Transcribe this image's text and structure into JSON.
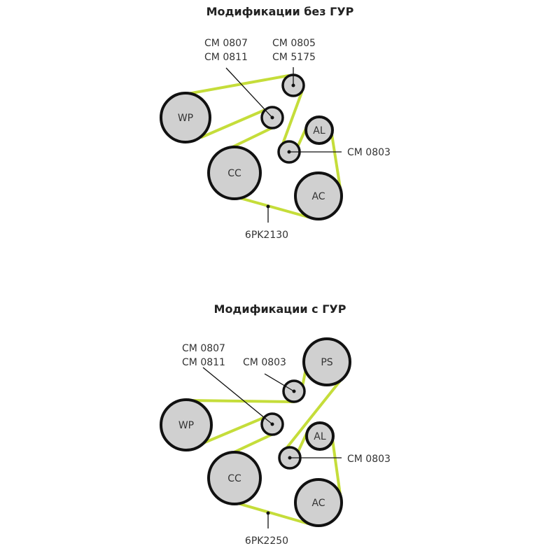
{
  "top": {
    "title": "Модификации без ГУР",
    "pulleys": {
      "wp": "WP",
      "cc": "CC",
      "al": "AL",
      "ac": "AC"
    },
    "labels": {
      "tensioner_a": "CM 0807",
      "tensioner_b": "CM 0811",
      "idler_a": "CM 0805",
      "idler_b": "CM 5175",
      "idler_low": "CM 0803"
    },
    "belt": "6PK2130"
  },
  "bottom": {
    "title": "Модификации с ГУР",
    "pulleys": {
      "ps": "PS",
      "wp": "WP",
      "cc": "CC",
      "al": "AL",
      "ac": "AC"
    },
    "labels": {
      "tensioner_a": "CM 0807",
      "tensioner_b": "CM 0811",
      "idler_top": "CM 0803",
      "idler_low": "CM 0803"
    },
    "belt": "6PK2250"
  },
  "colors": {
    "belt": "#c5dd3a",
    "pulley": "#d0d0d0",
    "outline": "#111111"
  }
}
